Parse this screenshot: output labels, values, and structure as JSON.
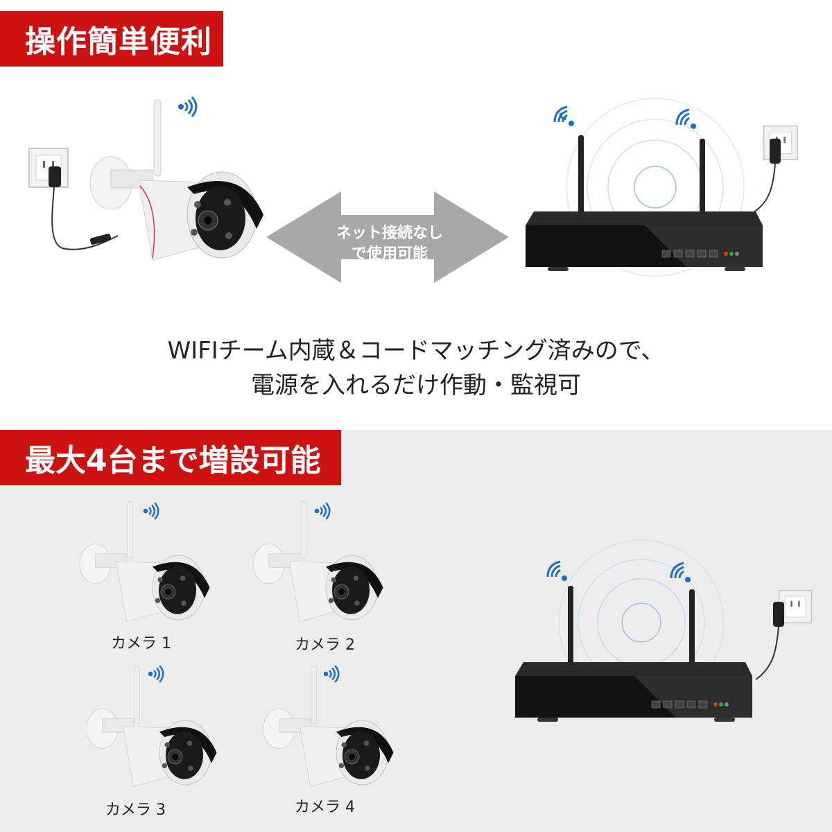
{
  "colors": {
    "banner_red": "#cc1111",
    "arrow_gray": "#a8a8a8",
    "wifi_blue": "#1f6fc4",
    "nvr_black": "#1a1a1a"
  },
  "banner_top": {
    "text": "操作簡単便利"
  },
  "connection_arrow": {
    "line1": "ネット接続なし",
    "line2": "で使用可能"
  },
  "description": {
    "line1": "WIFIチーム内蔵＆コードマッチング済みので、",
    "line2": "電源を入れるだけ作動・監視可"
  },
  "banner_bottom": {
    "text": "最大4台まで増設可能"
  },
  "cameras": [
    {
      "label": "カメラ 1"
    },
    {
      "label": "カメラ 2"
    },
    {
      "label": "カメラ 3"
    },
    {
      "label": "カメラ 4"
    }
  ],
  "icons": [
    "wifi-icon",
    "power-outlet-icon",
    "double-arrow-icon",
    "camera-icon",
    "nvr-recorder-icon"
  ]
}
